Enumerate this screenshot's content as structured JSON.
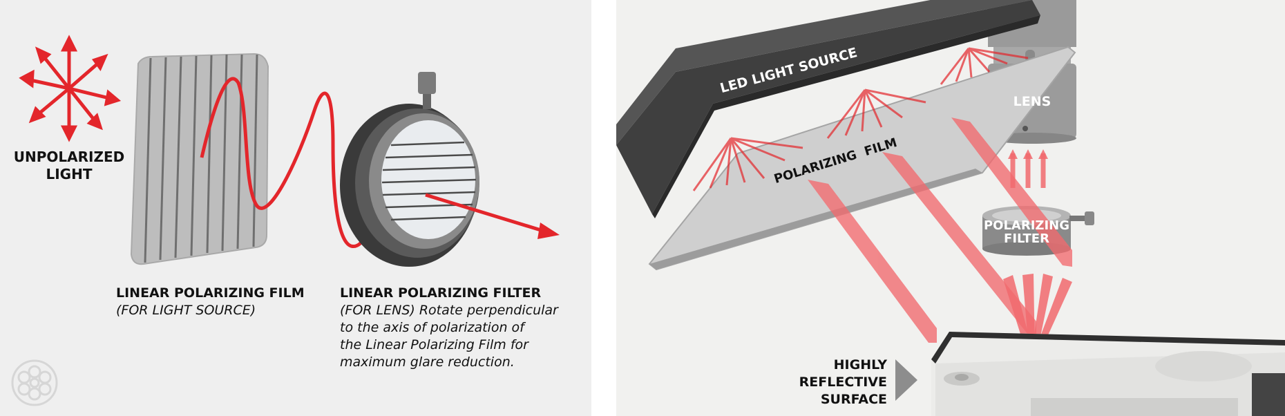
{
  "left": {
    "unpolarized_label": [
      "UNPOLARIZED",
      "LIGHT"
    ],
    "film_label": {
      "title": "LINEAR POLARIZING FILM",
      "subtitle": "(FOR LIGHT SOURCE)"
    },
    "filter_label": {
      "title": "LINEAR POLARIZING FILTER",
      "lines": [
        "(FOR LENS) Rotate perpendicular",
        "to the axis of polarization of",
        "the Linear Polarizing Film for",
        "maximum glare reduction."
      ]
    }
  },
  "right": {
    "led_label": "LED LIGHT SOURCE",
    "film_label": "POLARIZING  FILM",
    "lens_label": "LENS",
    "filter_label": [
      "POLARIZING",
      "FILTER"
    ],
    "surface_label": [
      "HIGHLY",
      "REFLECTIVE",
      "SURFACE"
    ]
  },
  "colors": {
    "beam_red": "#e3262b",
    "ray_pink": "#f26a6e",
    "led_body": "#4a4a4a",
    "lens_body": "#9b9b9b"
  }
}
